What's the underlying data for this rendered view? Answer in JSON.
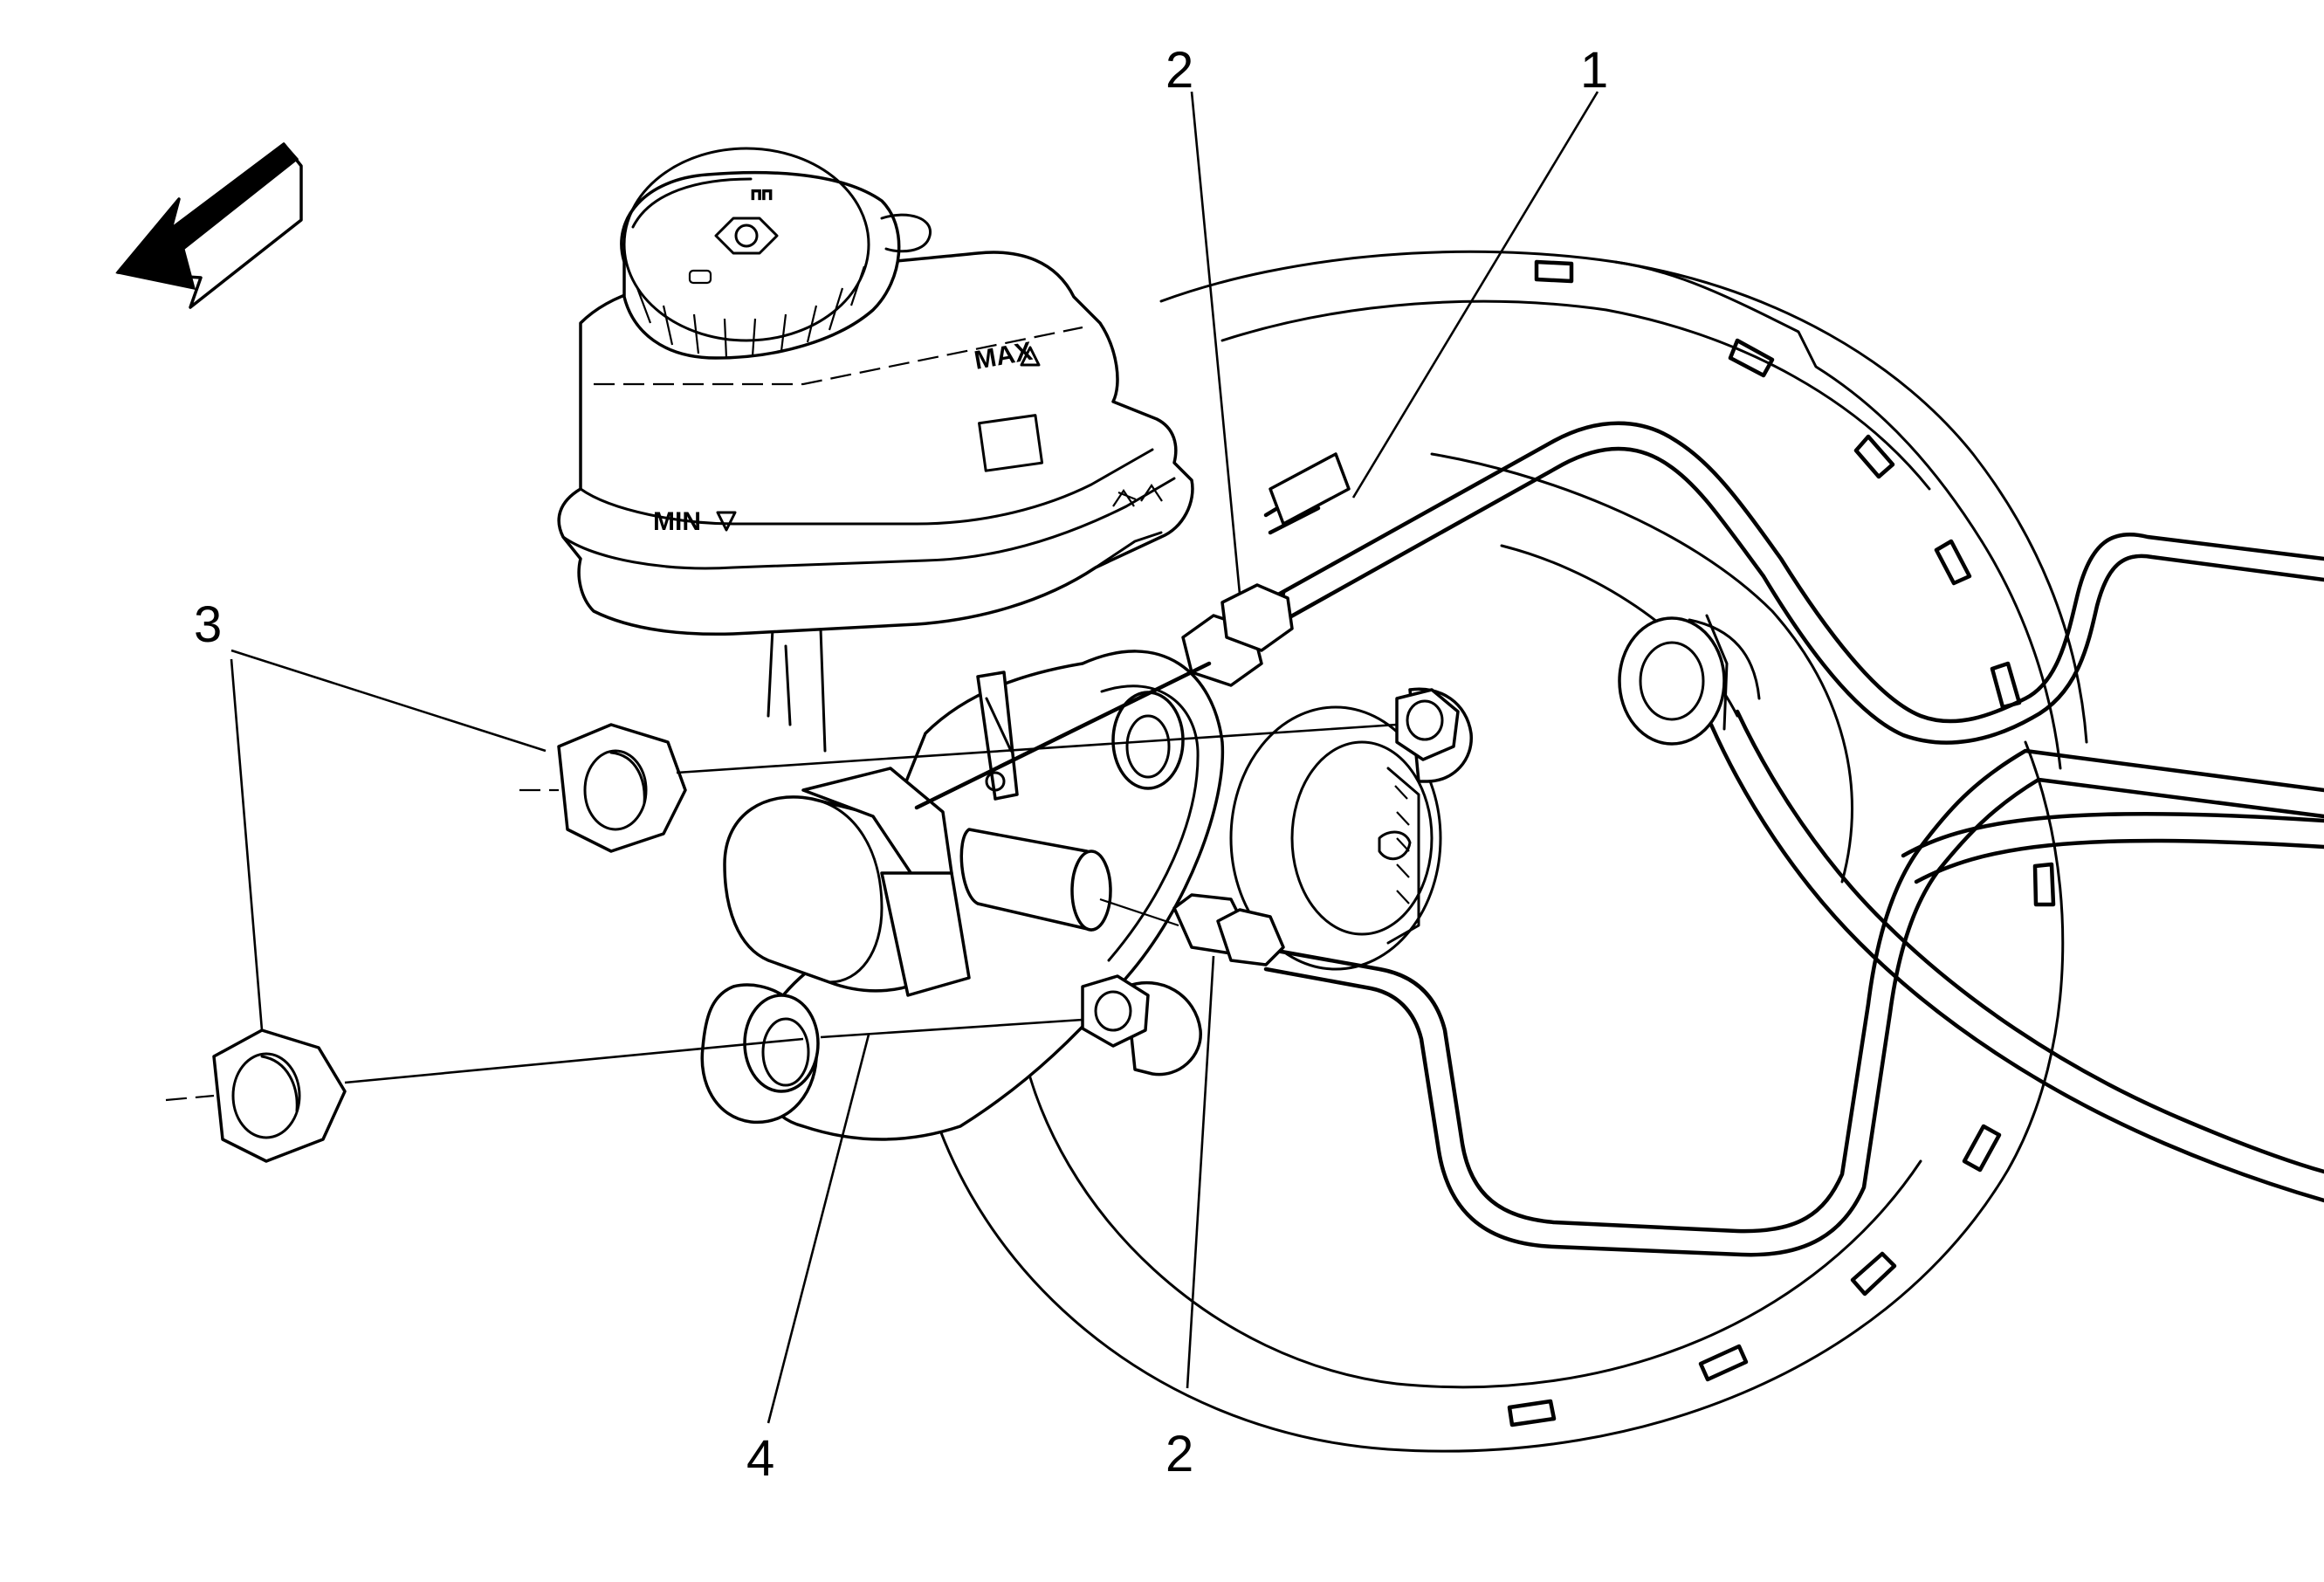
{
  "callouts": {
    "c1": "1",
    "c2_top": "2",
    "c2_bottom": "2",
    "c3": "3",
    "c4": "4"
  },
  "reservoir": {
    "min_mark": "MIN",
    "max_mark": "MAX"
  },
  "icons": {
    "direction_arrow": "front-direction-arrow-icon"
  },
  "colors": {
    "line": "#000000",
    "background": "#ffffff"
  }
}
